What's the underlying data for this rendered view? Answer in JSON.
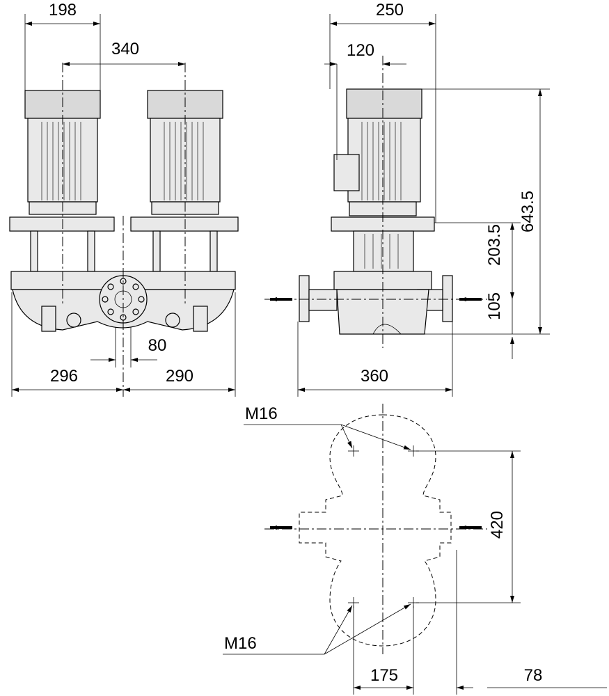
{
  "dimensions": {
    "front_motor_width": "198",
    "front_motor_spacing": "340",
    "side_overall_width": "250",
    "side_motor_offset": "120",
    "side_total_height": "643.5",
    "side_upper_height": "203.5",
    "side_port_height": "105",
    "front_flange_dn": "80",
    "front_left_width": "296",
    "front_right_width": "290",
    "side_port_length": "360",
    "plan_bolt_spacing_v": "420",
    "plan_bolt_spacing_h": "175",
    "plan_offset": "78"
  },
  "labels": {
    "thread_top": "M16",
    "thread_bottom": "M16"
  }
}
